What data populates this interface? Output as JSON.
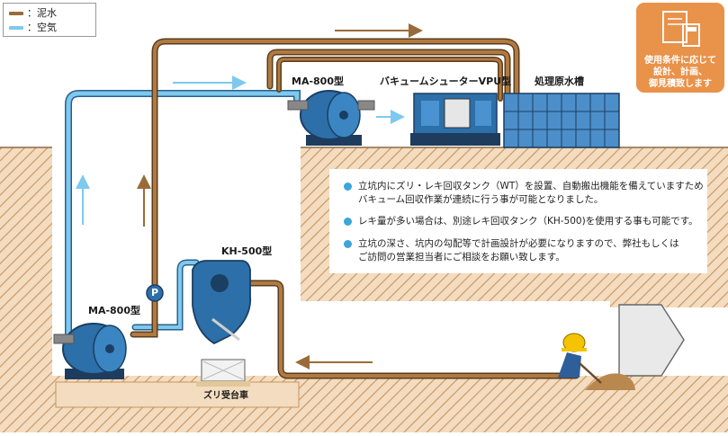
{
  "legend": {
    "items": [
      {
        "label": "：泥水",
        "color": "#9a6b3a"
      },
      {
        "label": "：空気",
        "color": "#7ec9ee"
      }
    ]
  },
  "labels": {
    "ma800_top": "MA-800型",
    "vpu": "バキュームシューターVPU型",
    "tank": "処理原水槽",
    "kh500": "KH-500型",
    "ma800_bottom": "MA-800型",
    "cart": "ズリ受台車",
    "pump_symbol": "P"
  },
  "badge": {
    "lines": [
      "使用条件に応じて",
      "設計、計画、",
      "御見積致します"
    ],
    "color": "#e9924a"
  },
  "notes": [
    [
      "立坑内にズリ・レキ回収タンク（WT）を設置、自動搬出機能を備えていますため",
      "バキューム回収作業が連続に行う事が可能となりました。"
    ],
    [
      "レキ量が多い場合は、別途レキ回収タンク（KH-500)を使用する事も可能です。"
    ],
    [
      "立坑の深さ、坑内の勾配等で計画設計が必要になりますので、弊社もしくは",
      "ご訪問の営業担当者にご相談をお願い致します。"
    ]
  ],
  "colors": {
    "slurry": "#9a6b3a",
    "air": "#7ec9ee",
    "ground": "#f3dcc0",
    "hatch": "#c8945c",
    "machine": "#2d6fa8",
    "bullet": "#3aa6d9"
  }
}
